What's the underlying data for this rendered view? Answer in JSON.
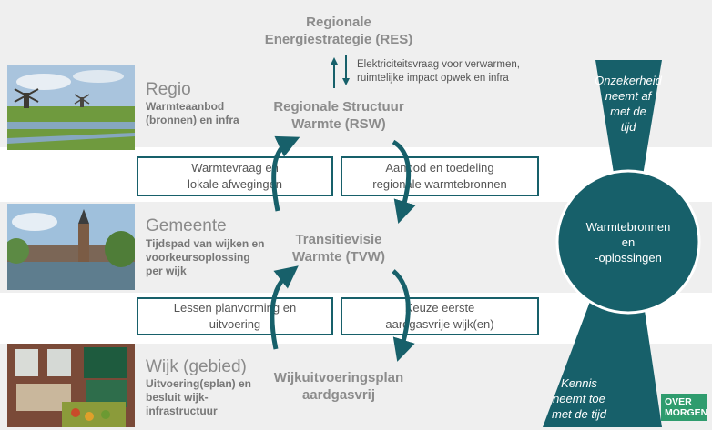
{
  "levels": {
    "regio": {
      "title": "Regio",
      "desc": [
        "Warmteaanbod",
        "(bronnen) en infra"
      ]
    },
    "gemeente": {
      "title": "Gemeente",
      "desc": [
        "Tijdspad van wijken en",
        "voorkeursoplossing",
        "per wijk"
      ]
    },
    "wijk": {
      "title": "Wijk (gebied)",
      "desc": [
        "Uitvoering(splan) en",
        "besluit wijk-",
        "infrastructuur"
      ]
    }
  },
  "center": {
    "res": [
      "Regionale",
      "Energiestrategie (RES)"
    ],
    "rsw": [
      "Regionale Structuur",
      "Warmte (RSW)"
    ],
    "tvw": [
      "Transitievisie",
      "Warmte (TVW)"
    ],
    "wuvp": [
      "Wijkuitvoeringsplan",
      "aardgasvrij"
    ]
  },
  "res_note": [
    "Elektriciteitsvraag voor verwarmen,",
    "ruimtelijke impact opwek en infra"
  ],
  "boxes": {
    "warmtevraag": [
      "Warmtevraag en",
      "lokale afwegingen"
    ],
    "aanbod": [
      "Aanbod en toedeling",
      "regionale warmtebronnen"
    ],
    "lessen": [
      "Lessen planvorming en",
      "uitvoering"
    ],
    "keuze": [
      "Keuze eerste",
      "aardgasvrije wijk(en)"
    ]
  },
  "right": {
    "onzekerheid": [
      "Onzekerheid",
      "neemt af",
      "met de",
      "tijd"
    ],
    "circle": [
      "Warmtebronnen",
      "en",
      "-oplossingen"
    ],
    "kennis": [
      "Kennis",
      "neemt toe",
      "met de tijd"
    ]
  },
  "logo": [
    "OVER",
    "MORGEN"
  ],
  "colors": {
    "teal": "#17606a",
    "band": "#efefef",
    "logo": "#2f9c6e"
  }
}
